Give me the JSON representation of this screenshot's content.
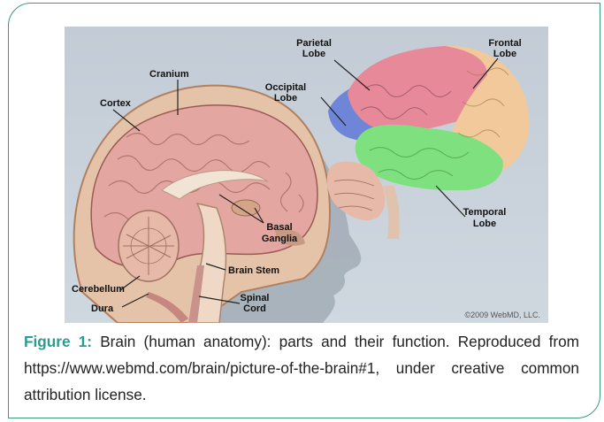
{
  "figure": {
    "labels": {
      "cranium": "Cranium",
      "cortex": "Cortex",
      "parietal": [
        "Parietal",
        "Lobe"
      ],
      "occipital": [
        "Occipital",
        "Lobe"
      ],
      "frontal": [
        "Frontal",
        "Lobe"
      ],
      "temporal": [
        "Temporal",
        "Lobe"
      ],
      "basal": [
        "Basal",
        "Ganglia"
      ],
      "brain_stem": "Brain Stem",
      "cerebellum": "Cerebellum",
      "dura": "Dura",
      "spinal": [
        "Spinal",
        "Cord"
      ]
    },
    "copyright": "©2009 WebMD, LLC."
  },
  "caption": {
    "label": "Figure 1:",
    "text": " Brain (human anatomy): parts and their function. Reproduced from https://www.webmd.com/brain/picture-of-the-brain#1, under creative common attribution license."
  },
  "colors": {
    "accent": "#2a9c8e",
    "border": "#3a9a7a",
    "parietal": "#e8899a",
    "frontal": "#f1c99a",
    "temporal": "#7fe07f",
    "occipital": "#6f86d8",
    "cerebellum_lobe": "#e7b9a8"
  }
}
